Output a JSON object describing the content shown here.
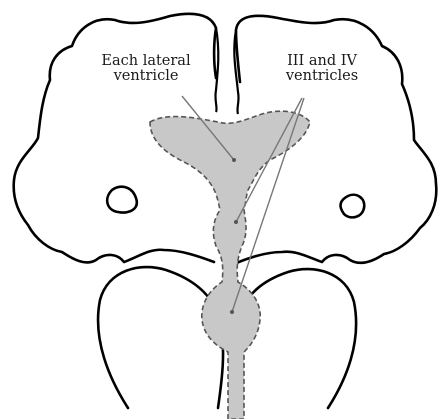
{
  "labels": {
    "lateral_ventricle": {
      "line1": "Each lateral",
      "line2": "ventricle"
    },
    "third_fourth_ventricles": {
      "line1": "III and IV",
      "line2": "ventricles"
    }
  },
  "colors": {
    "outline": "#000000",
    "ventricle_fill": "#c8c8c8",
    "ventricle_outline": "#555555",
    "pointer_line": "#777777",
    "background": "#ffffff"
  }
}
